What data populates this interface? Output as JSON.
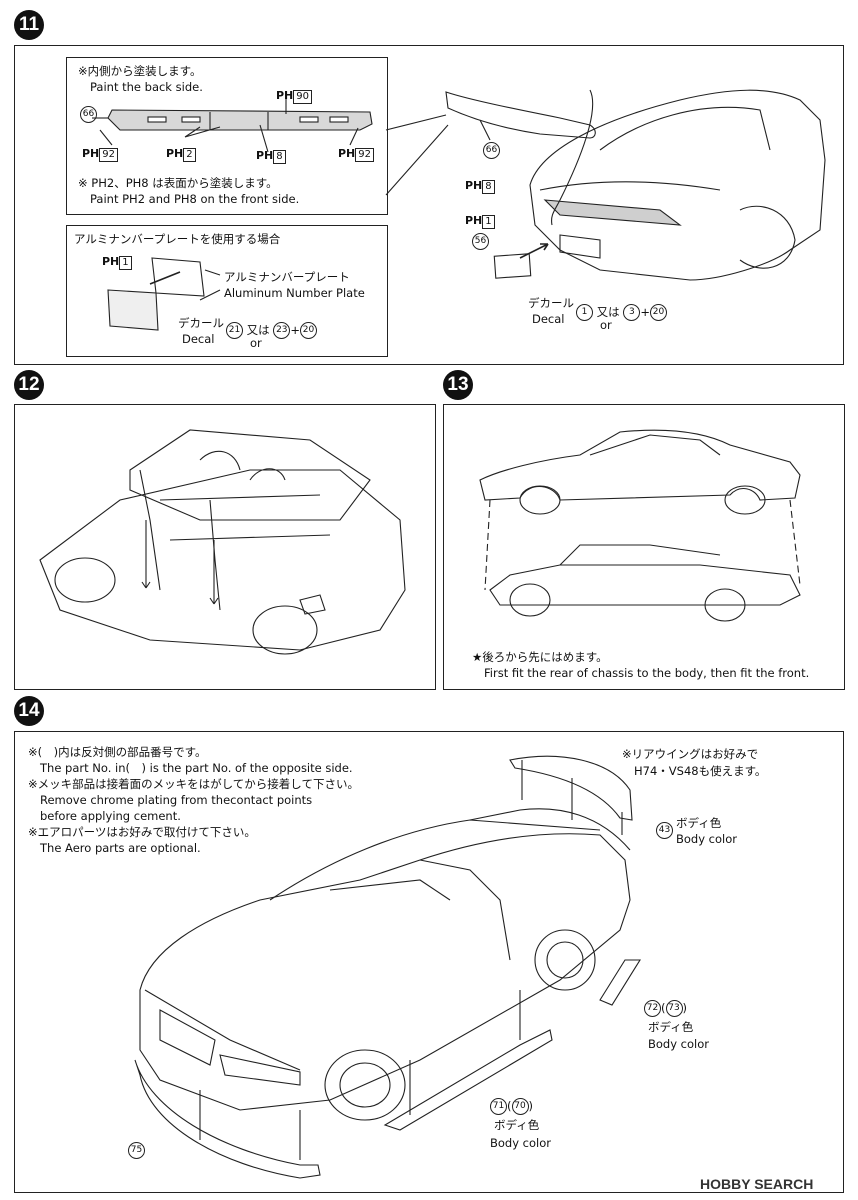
{
  "steps": {
    "s11": "11",
    "s12": "12",
    "s13": "13",
    "s14": "14"
  },
  "step11": {
    "note_jp": "※内側から塗装します。",
    "note_en": "Paint the back side.",
    "front_jp": "※ PH2、PH8 は表面から塗装します。",
    "front_en": "Paint PH2 and PH8 on the front side.",
    "part66": "66",
    "part56": "56",
    "ph90": "90",
    "ph92a": "92",
    "ph2": "2",
    "ph8": "8",
    "ph92b": "92",
    "car_ph8": "8",
    "car_ph1": "1",
    "alu_title": "アルミナンバープレートを使用する場合",
    "alu_ph1": "1",
    "alu_jp": "アルミナンバープレート",
    "alu_en": "Aluminum Number Plate",
    "decal_jp": "デカール",
    "decal_en": "Decal",
    "decal_a": "21",
    "or_jp": "又は",
    "or_en": "or",
    "decal_b": "23",
    "decal_c": "20",
    "decal2_a": "1",
    "decal2_b": "3",
    "decal2_c": "20"
  },
  "step13": {
    "note_jp": "★後ろから先にはめます。",
    "note_en": "First fit the rear of chassis to the body, then fit the front."
  },
  "step14": {
    "n1": "※(　)内は反対側の部品番号です。",
    "n2": "The part No. in(　) is the part No. of the opposite side.",
    "n3": "※メッキ部品は接着面のメッキをはがしてから接着して下さい。",
    "n4": "Remove chrome plating from thecontact points",
    "n5": "before applying cement.",
    "n6": "※エアロパーツはお好みで取付けて下さい。",
    "n7": "The Aero parts are optional.",
    "wing_jp": "※リアウイングはお好みで",
    "wing_en": "H74・VS48も使えます。",
    "p43": "43",
    "p43_jp": "ボディ色",
    "p43_en": "Body color",
    "p72": "72",
    "p73": "73",
    "p72_jp": "ボディ色",
    "p72_en": "Body color",
    "p71": "71",
    "p70": "70",
    "p71_jp": "ボディ色",
    "p71_en": "Body color",
    "p75": "75"
  },
  "watermark": "HOBBY SEARCH"
}
